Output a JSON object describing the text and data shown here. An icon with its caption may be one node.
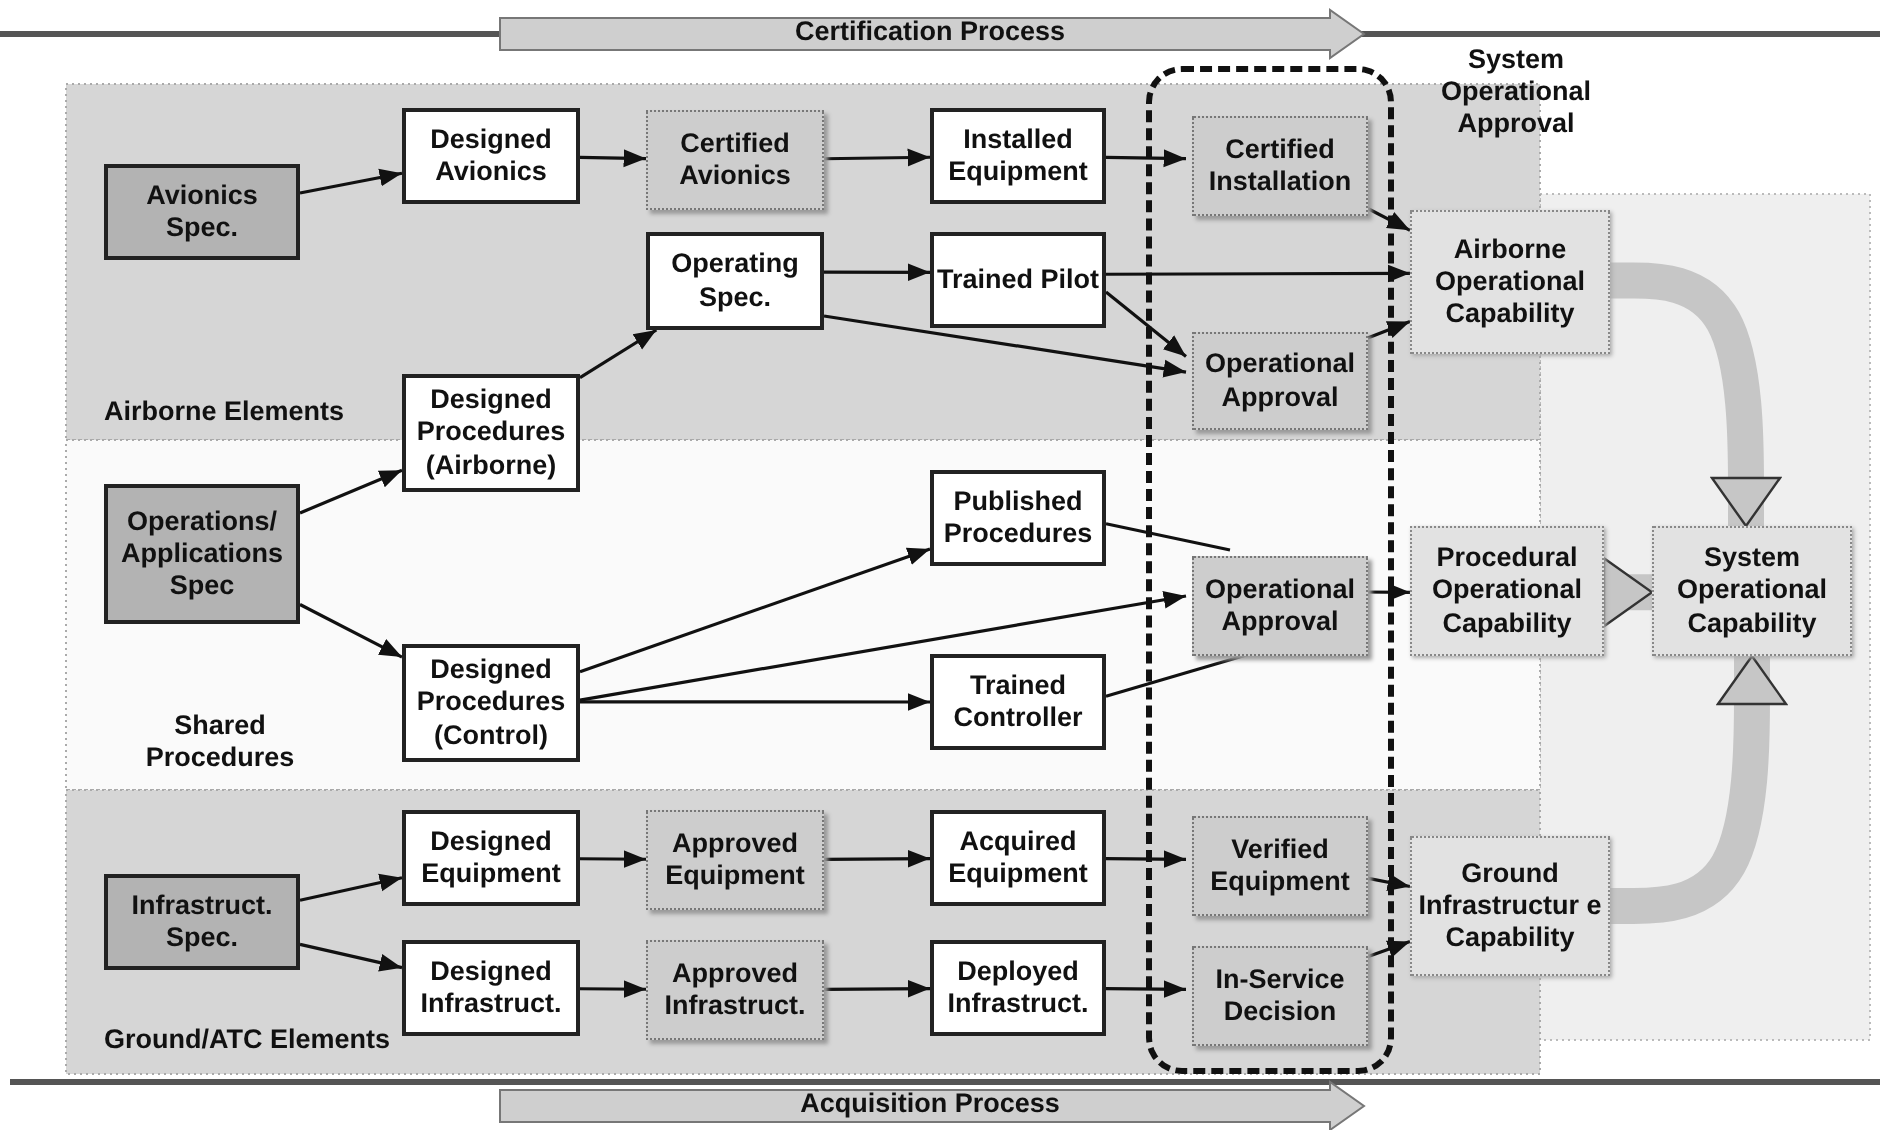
{
  "diagram": {
    "nodes": [
      {
        "text": [
          "System Operational Approval"
        ]
      },
      {
        "text": [
          "Avionics Spec."
        ]
      },
      {
        "text": [
          "Designed Avionics"
        ]
      },
      {
        "text": [
          "Certified Avionics"
        ]
      },
      {
        "text": [
          "Installed Equipment"
        ]
      },
      {
        "text": [
          "Certified Installation"
        ],
        "in": 0
      },
      {
        "text": [
          "Operating Spec."
        ]
      },
      {
        "text": [
          "Trained Pilot"
        ]
      },
      {
        "text": [
          "Operational Approval"
        ],
        "in": 0
      },
      {
        "text": [
          "Airborne Operational Capability"
        ]
      },
      {
        "text": [
          "Designed Procedures (Airborne)"
        ]
      },
      {
        "text": [
          "Operations/ Applications Spec"
        ]
      },
      {
        "text": [
          "Published Procedures"
        ]
      },
      {
        "text": [
          "Operational Approval"
        ],
        "in": 0
      },
      {
        "text": [
          "Procedural Operational Capability"
        ]
      },
      {
        "text": [
          "System Operational Capability"
        ]
      },
      {
        "text": [
          "Designed Procedures (Control)"
        ]
      },
      {
        "text": [
          "Trained Controller"
        ]
      },
      {
        "text": [
          "Designed Equipment"
        ]
      },
      {
        "text": [
          "Approved Equipment"
        ]
      },
      {
        "text": [
          "Acquired Equipment"
        ]
      },
      {
        "text": [
          "Verified Equipment"
        ],
        "in": 0
      },
      {
        "text": [
          "Ground Infrastructur e Capability"
        ]
      },
      {
        "text": [
          "Infrastruct. Spec."
        ]
      },
      {
        "text": [
          "Designed Infrastruct."
        ]
      },
      {
        "text": [
          "Approved Infrastruct."
        ]
      },
      {
        "text": [
          "Deployed Infrastruct."
        ]
      },
      {
        "text": [
          "In-Service Decision"
        ],
        "in": 0
      }
    ],
    "edges": [
      {
        "from": 1,
        "to": 2,
        "arrow": "to"
      },
      {
        "from": 2,
        "to": 3,
        "arrow": "to"
      },
      {
        "from": 3,
        "to": 4,
        "arrow": "to"
      },
      {
        "from": 4,
        "to": 5,
        "arrow": "to"
      },
      {
        "from": 5,
        "to": 9,
        "arrow": "to"
      },
      {
        "from": 6,
        "to": 7,
        "arrow": "to"
      },
      {
        "from": 6,
        "to": 8,
        "arrow": "to"
      },
      {
        "from": 7,
        "to": 8,
        "arrow": "to"
      },
      {
        "from": 7,
        "to": 9,
        "arrow": "to"
      },
      {
        "from": 8,
        "to": 9,
        "arrow": "to"
      },
      {
        "from": 10,
        "to": 6,
        "arrow": "to"
      },
      {
        "from": 11,
        "to": 10,
        "arrow": "to"
      },
      {
        "from": 11,
        "to": 16,
        "arrow": "to"
      },
      {
        "from": 16,
        "to": 12,
        "arrow": "to"
      },
      {
        "from": 16,
        "to": 13,
        "arrow": "to"
      },
      {
        "from": 16,
        "to": 17,
        "arrow": "to"
      },
      {
        "from": 12,
        "to": 13,
        "arrow": "none"
      },
      {
        "from": 17,
        "to": 13,
        "arrow": "none"
      },
      {
        "from": 13,
        "to": 14,
        "arrow": "to"
      },
      {
        "from": 9,
        "to": 15,
        "arrow": "to",
        "style": "thick",
        "color": "#c6c6c6"
      },
      {
        "from": 14,
        "to": 15,
        "arrow": "to",
        "style": "thick",
        "color": "#c6c6c6"
      },
      {
        "from": 22,
        "to": 15,
        "arrow": "to",
        "style": "thick",
        "color": "#c6c6c6"
      },
      {
        "from": 23,
        "to": 18,
        "arrow": "to"
      },
      {
        "from": 23,
        "to": 24,
        "arrow": "to"
      },
      {
        "from": 18,
        "to": 19,
        "arrow": "to"
      },
      {
        "from": 19,
        "to": 20,
        "arrow": "to"
      },
      {
        "from": 20,
        "to": 21,
        "arrow": "to"
      },
      {
        "from": 24,
        "to": 25,
        "arrow": "to"
      },
      {
        "from": 25,
        "to": 26,
        "arrow": "to"
      },
      {
        "from": 26,
        "to": 27,
        "arrow": "to"
      },
      {
        "from": 21,
        "to": 22,
        "arrow": "to"
      },
      {
        "from": 27,
        "to": 22,
        "arrow": "to"
      }
    ],
    "labels": [
      "Certification Process",
      "Airborne Elements",
      "Shared Procedures",
      "Ground/ATC Elements",
      "Acquisition Process"
    ]
  }
}
